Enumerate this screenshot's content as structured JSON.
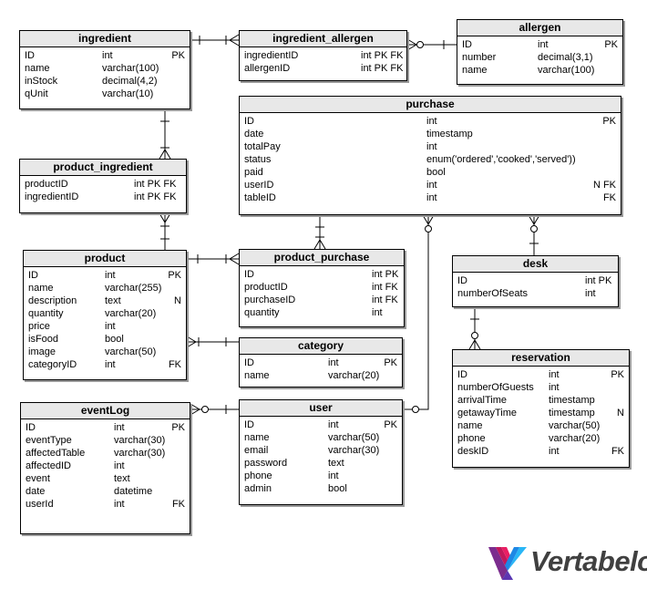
{
  "tables": [
    {
      "id": "ingredient",
      "title": "ingredient",
      "cols": [
        {
          "name": "ID",
          "type": "int",
          "key": "PK"
        },
        {
          "name": "name",
          "type": "varchar(100)",
          "key": ""
        },
        {
          "name": "inStock",
          "type": "decimal(4,2)",
          "key": ""
        },
        {
          "name": "qUnit",
          "type": "varchar(10)",
          "key": ""
        }
      ]
    },
    {
      "id": "ingredient_allergen",
      "title": "ingredient_allergen",
      "cols": [
        {
          "name": "ingredientID",
          "type": "int PK FK",
          "key": ""
        },
        {
          "name": "allergenID",
          "type": "int PK FK",
          "key": ""
        }
      ]
    },
    {
      "id": "allergen",
      "title": "allergen",
      "cols": [
        {
          "name": "ID",
          "type": "int",
          "key": "PK"
        },
        {
          "name": "number",
          "type": "decimal(3,1)",
          "key": ""
        },
        {
          "name": "name",
          "type": "varchar(100)",
          "key": ""
        }
      ]
    },
    {
      "id": "purchase",
      "title": "purchase",
      "cols": [
        {
          "name": "ID",
          "type": "int",
          "key": "PK"
        },
        {
          "name": "date",
          "type": "timestamp",
          "key": ""
        },
        {
          "name": "totalPay",
          "type": "int",
          "key": ""
        },
        {
          "name": "status",
          "type": "enum('ordered','cooked','served'))",
          "key": ""
        },
        {
          "name": "paid",
          "type": "bool",
          "key": ""
        },
        {
          "name": "userID",
          "type": "int",
          "key": "N FK"
        },
        {
          "name": "tableID",
          "type": "int",
          "key": "FK"
        }
      ]
    },
    {
      "id": "product_ingredient",
      "title": "product_ingredient",
      "cols": [
        {
          "name": "productID",
          "type": "int PK FK",
          "key": ""
        },
        {
          "name": "ingredientID",
          "type": "int PK FK",
          "key": ""
        }
      ]
    },
    {
      "id": "product",
      "title": "product",
      "cols": [
        {
          "name": "ID",
          "type": "int",
          "key": "PK"
        },
        {
          "name": "name",
          "type": "varchar(255)",
          "key": ""
        },
        {
          "name": "description",
          "type": "text",
          "key": "N"
        },
        {
          "name": "quantity",
          "type": "varchar(20)",
          "key": ""
        },
        {
          "name": "price",
          "type": "int",
          "key": ""
        },
        {
          "name": "isFood",
          "type": "bool",
          "key": ""
        },
        {
          "name": "image",
          "type": "varchar(50)",
          "key": ""
        },
        {
          "name": "categoryID",
          "type": "int",
          "key": "FK"
        }
      ]
    },
    {
      "id": "product_purchase",
      "title": "product_purchase",
      "cols": [
        {
          "name": "ID",
          "type": "int PK",
          "key": ""
        },
        {
          "name": "productID",
          "type": "int FK",
          "key": ""
        },
        {
          "name": "purchaseID",
          "type": "int FK",
          "key": ""
        },
        {
          "name": "quantity",
          "type": "int",
          "key": ""
        }
      ]
    },
    {
      "id": "desk",
      "title": "desk",
      "cols": [
        {
          "name": "ID",
          "type": "int PK",
          "key": ""
        },
        {
          "name": "numberOfSeats",
          "type": "int",
          "key": ""
        }
      ]
    },
    {
      "id": "category",
      "title": "category",
      "cols": [
        {
          "name": "ID",
          "type": "int",
          "key": "PK"
        },
        {
          "name": "name",
          "type": "varchar(20)",
          "key": ""
        }
      ]
    },
    {
      "id": "reservation",
      "title": "reservation",
      "cols": [
        {
          "name": "ID",
          "type": "int",
          "key": "PK"
        },
        {
          "name": "numberOfGuests",
          "type": "int",
          "key": ""
        },
        {
          "name": "arrivalTime",
          "type": "timestamp",
          "key": ""
        },
        {
          "name": "getawayTime",
          "type": "timestamp",
          "key": "N"
        },
        {
          "name": "name",
          "type": "varchar(50)",
          "key": ""
        },
        {
          "name": "phone",
          "type": "varchar(20)",
          "key": ""
        },
        {
          "name": "deskID",
          "type": "int",
          "key": "FK"
        }
      ]
    },
    {
      "id": "eventLog",
      "title": "eventLog",
      "cols": [
        {
          "name": "ID",
          "type": "int",
          "key": "PK"
        },
        {
          "name": "eventType",
          "type": "varchar(30)",
          "key": ""
        },
        {
          "name": "affectedTable",
          "type": "varchar(30)",
          "key": ""
        },
        {
          "name": "affectedID",
          "type": "int",
          "key": ""
        },
        {
          "name": "event",
          "type": "text",
          "key": ""
        },
        {
          "name": "date",
          "type": "datetime",
          "key": ""
        },
        {
          "name": "userId",
          "type": "int",
          "key": "FK"
        }
      ]
    },
    {
      "id": "user",
      "title": "user",
      "cols": [
        {
          "name": "ID",
          "type": "int",
          "key": "PK"
        },
        {
          "name": "name",
          "type": "varchar(50)",
          "key": ""
        },
        {
          "name": "email",
          "type": "varchar(30)",
          "key": ""
        },
        {
          "name": "password",
          "type": "text",
          "key": ""
        },
        {
          "name": "phone",
          "type": "int",
          "key": ""
        },
        {
          "name": "admin",
          "type": "bool",
          "key": ""
        }
      ]
    }
  ],
  "relationships": [
    {
      "from": "ingredient",
      "to": "ingredient_allergen",
      "from_end": "one",
      "to_end": "many"
    },
    {
      "from": "allergen",
      "to": "ingredient_allergen",
      "from_end": "one",
      "to_end": "zero-or-many"
    },
    {
      "from": "ingredient",
      "to": "product_ingredient",
      "from_end": "one",
      "to_end": "many"
    },
    {
      "from": "product",
      "to": "product_ingredient",
      "from_end": "one",
      "to_end": "many"
    },
    {
      "from": "product",
      "to": "product_purchase",
      "from_end": "one",
      "to_end": "many"
    },
    {
      "from": "purchase",
      "to": "product_purchase",
      "from_end": "one",
      "to_end": "many"
    },
    {
      "from": "category",
      "to": "product",
      "from_end": "one",
      "to_end": "many"
    },
    {
      "from": "desk",
      "to": "purchase",
      "from_end": "one",
      "to_end": "zero-or-many"
    },
    {
      "from": "user",
      "to": "purchase",
      "from_end": "zero-or-one",
      "to_end": "zero-or-many"
    },
    {
      "from": "desk",
      "to": "reservation",
      "from_end": "one",
      "to_end": "zero-or-many"
    },
    {
      "from": "user",
      "to": "eventLog",
      "from_end": "one",
      "to_end": "zero-or-many"
    }
  ],
  "colors": {
    "header_bg": "#e8e8e8",
    "border": "#000000",
    "logo_text": "#404040"
  },
  "logo": {
    "text": "Vertabelo",
    "icon": "vertabelo-logo-icon"
  }
}
